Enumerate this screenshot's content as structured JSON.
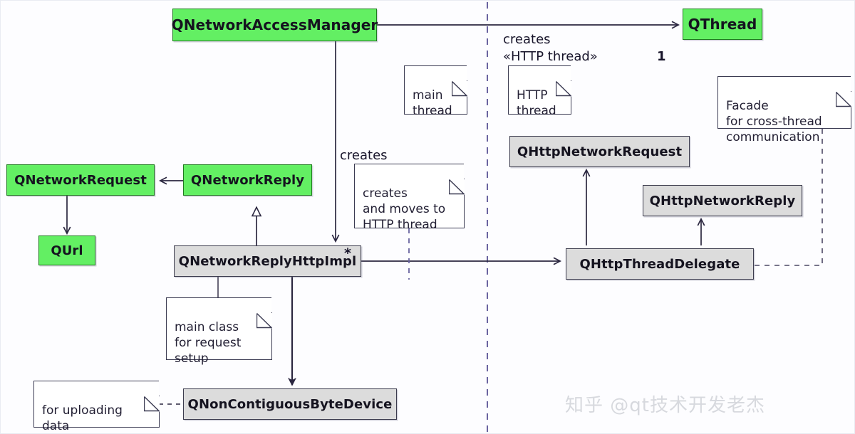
{
  "diagram": {
    "title": "Qt Network HTTP architecture class diagram",
    "colors": {
      "green_fill": "#63ef63",
      "green_stroke": "#1f7a1f",
      "gray_fill": "#dcdcdc",
      "gray_stroke": "#3b3b4d",
      "line": "#2b2740",
      "note_stroke": "#3b3b52",
      "watermark": "#d7d9de",
      "background": "#fdfdff"
    },
    "classes": {
      "qnam": "QNetworkAccessManager",
      "qthread": "QThread",
      "qnetworkrequest": "QNetworkRequest",
      "qnetworkreply": "QNetworkReply",
      "qurl": "QUrl",
      "qnetworkreplyhttpimpl": "QNetworkReplyHttpImpl",
      "qnoncontiguousbytedevice": "QNonContiguousByteDevice",
      "qhttpnetworkrequest": "QHttpNetworkRequest",
      "qhttpnetworkreply": "QHttpNetworkReply",
      "qhttpthreaddelegate": "QHttpThreadDelegate"
    },
    "notes": {
      "main_thread": "main\nthread",
      "http_thread": "HTTP\nthread",
      "facade": "Facade\nfor cross-thread\ncommunication",
      "creates_and_moves": "creates\nand moves to\nHTTP thread",
      "main_class": "main class\nfor request\nsetup",
      "for_uploading": "for uploading\ndata"
    },
    "edge_labels": {
      "creates_http_thread": "creates\n«HTTP thread»",
      "multiplicity_one": "1",
      "creates": "creates",
      "multiplicity_many": "*"
    },
    "watermark": "知乎 @qt技术开发老杰"
  }
}
